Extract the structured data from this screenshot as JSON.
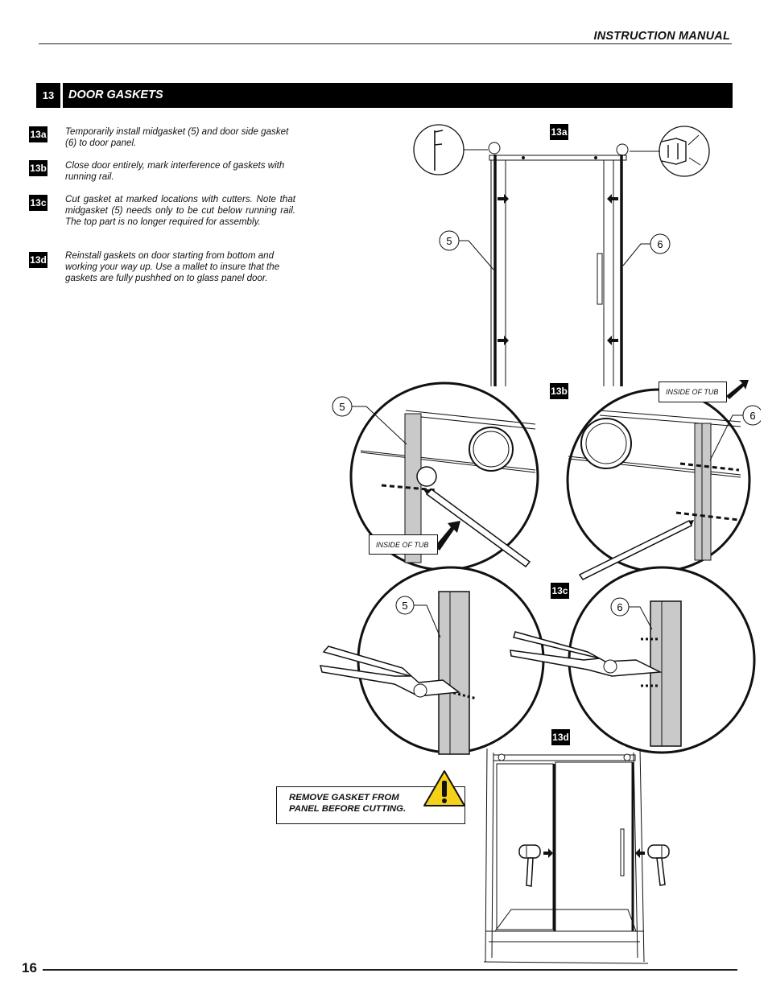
{
  "header": {
    "title": "INSTRUCTION MANUAL"
  },
  "section": {
    "number": "13",
    "title": "DOOR GASKETS"
  },
  "steps": [
    {
      "tag": "13a",
      "text": "Temporarily install midgasket (5) and door side gasket (6) to door panel."
    },
    {
      "tag": "13b",
      "text": "Close door entirely, mark interference of gaskets with running rail."
    },
    {
      "tag": "13c",
      "text": "Cut gasket at marked locations with cutters. Note that midgasket (5) needs only to be cut below running rail. The top part is no longer required for assembly."
    },
    {
      "tag": "13d",
      "text": "Reinstall gaskets on door starting from bottom and working your way up. Use a mallet to insure that the gaskets are fully pushhed on to glass panel door."
    }
  ],
  "figure_labels": {
    "fig_13a": "13a",
    "fig_13b": "13b",
    "fig_13c": "13c",
    "fig_13d": "13d"
  },
  "part_numbers": {
    "midgasket": "5",
    "door_side_gasket": "6"
  },
  "callouts": {
    "inside_of_tub_left": "INSIDE OF TUB",
    "inside_of_tub_right": "INSIDE OF TUB"
  },
  "warning": {
    "line1": "REMOVE GASKET FROM",
    "line2": "PANEL BEFORE CUTTING.",
    "icon": "warning-triangle-icon"
  },
  "footer": {
    "page_number": "16"
  },
  "colors": {
    "warning_yellow": "#f5d21a",
    "gasket_gray": "#c9c9c9"
  }
}
